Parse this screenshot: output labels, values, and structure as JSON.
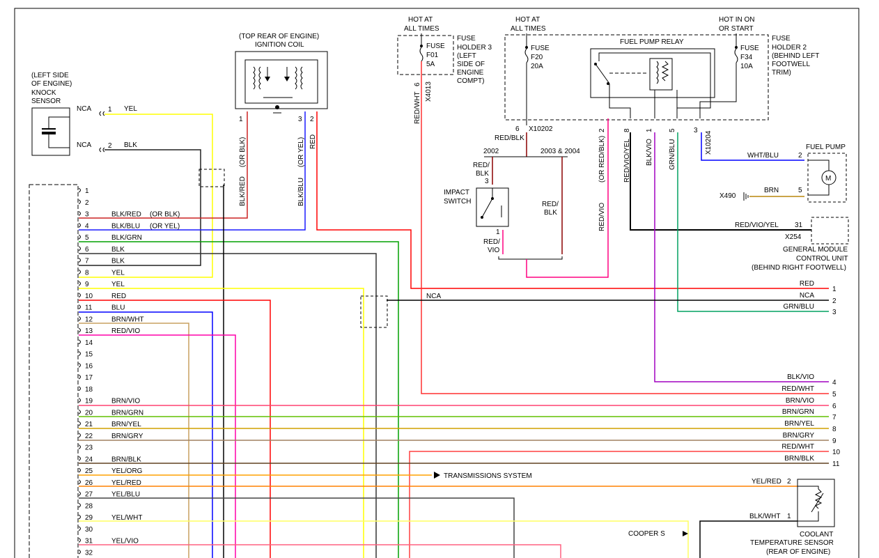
{
  "knock_sensor": {
    "title_lines": [
      "(LEFT SIDE",
      "OF ENGINE)",
      "KNOCK",
      "SENSOR"
    ],
    "pin1": "1",
    "pin2": "2",
    "nca1": "NCA",
    "nca2": "NCA",
    "wire1": "YEL",
    "wire2": "BLK"
  },
  "ignition_coil": {
    "title_lines": [
      "(TOP REAR OF ENGINE)",
      "IGNITION COIL"
    ],
    "pins": [
      "1",
      "3",
      "2"
    ],
    "wire_labels": [
      "BLK/RED",
      "(OR BLK)",
      "BLK/BLU",
      "(OR YEL)",
      "RED"
    ]
  },
  "fuse_f01": {
    "hot": [
      "HOT AT",
      "ALL TIMES"
    ],
    "lines": [
      "FUSE",
      "F01",
      "5A"
    ],
    "holder": [
      "FUSE",
      "HOLDER 3",
      "(LEFT",
      "SIDE OF",
      "ENGINE",
      "COMPT)"
    ],
    "pin": "6",
    "connector": "X4013",
    "wire": "RED/WHT"
  },
  "fuse_f20": {
    "hot": [
      "HOT AT",
      "ALL TIMES"
    ],
    "lines": [
      "FUSE",
      "F20",
      "20A"
    ],
    "pin": "6",
    "connector": "X10202",
    "wire": "RED/BLK"
  },
  "fuse_f34": {
    "hot": [
      "HOT IN ON",
      "OR START"
    ],
    "lines": [
      "FUSE",
      "F34",
      "10A"
    ],
    "holder": [
      "FUSE",
      "HOLDER 2",
      "(BEHIND LEFT",
      "FOOTWELL",
      "TRIM)"
    ]
  },
  "relay": {
    "title": "FUEL PUMP RELAY",
    "pins": [
      "2",
      "8",
      "1",
      "5",
      "3"
    ],
    "connector": "X10204",
    "wires": [
      "RED/BLK",
      "(OR RED/BLK)",
      "RED/VIO/YEL",
      "BLK/VIO",
      "GRN/BLU",
      "RED/VIO",
      "WHT/BLU"
    ]
  },
  "impact_switch": {
    "year_left": "2002",
    "year_right": "2003 & 2004",
    "label_lines": [
      "IMPACT",
      "SWITCH"
    ],
    "pin3": "3",
    "pin1": "1",
    "wire_top": [
      "RED/",
      "BLK"
    ],
    "wire_right": [
      "RED/",
      "BLK"
    ],
    "wire_bottom": [
      "RED/",
      "VIO"
    ]
  },
  "fuel_pump": {
    "title": "FUEL PUMP",
    "pin2": "2",
    "pin5": "5",
    "wire_pos": "WHT/BLU",
    "wire_gnd": "BRN",
    "ground": "X490",
    "motor": "M"
  },
  "gm_control": {
    "wire": "RED/VIO/YEL",
    "pin": "31",
    "connector": "X254",
    "title_lines": [
      "GENERAL MODULE",
      "CONTROL UNIT",
      "(BEHIND RIGHT FOOTWELL)"
    ]
  },
  "ecm_pins": [
    {
      "n": "1",
      "label": ""
    },
    {
      "n": "2",
      "label": ""
    },
    {
      "n": "3",
      "label": "BLK/RED",
      "alt": "(OR BLK)"
    },
    {
      "n": "4",
      "label": "BLK/BLU",
      "alt": "(OR YEL)"
    },
    {
      "n": "5",
      "label": "BLK/GRN"
    },
    {
      "n": "6",
      "label": "BLK"
    },
    {
      "n": "7",
      "label": "BLK"
    },
    {
      "n": "8",
      "label": "YEL"
    },
    {
      "n": "9",
      "label": "YEL"
    },
    {
      "n": "10",
      "label": "RED"
    },
    {
      "n": "11",
      "label": "BLU"
    },
    {
      "n": "12",
      "label": "BRN/WHT"
    },
    {
      "n": "13",
      "label": "RED/VIO"
    },
    {
      "n": "14",
      "label": ""
    },
    {
      "n": "15",
      "label": ""
    },
    {
      "n": "16",
      "label": ""
    },
    {
      "n": "17",
      "label": ""
    },
    {
      "n": "18",
      "label": ""
    },
    {
      "n": "19",
      "label": "BRN/VIO"
    },
    {
      "n": "20",
      "label": "BRN/GRN"
    },
    {
      "n": "21",
      "label": "BRN/YEL"
    },
    {
      "n": "22",
      "label": "BRN/GRY"
    },
    {
      "n": "23",
      "label": ""
    },
    {
      "n": "24",
      "label": "BRN/BLK"
    },
    {
      "n": "25",
      "label": "YEL/ORG"
    },
    {
      "n": "26",
      "label": "YEL/RED"
    },
    {
      "n": "27",
      "label": "YEL/BLU"
    },
    {
      "n": "28",
      "label": ""
    },
    {
      "n": "29",
      "label": "YEL/WHT"
    },
    {
      "n": "30",
      "label": ""
    },
    {
      "n": "31",
      "label": "YEL/VIO"
    },
    {
      "n": "32",
      "label": ""
    }
  ],
  "right_wires": [
    {
      "n": "1",
      "label": "RED"
    },
    {
      "n": "2",
      "label": "NCA"
    },
    {
      "n": "3",
      "label": "GRN/BLU"
    },
    {
      "n": "4",
      "label": "BLK/VIO"
    },
    {
      "n": "5",
      "label": "RED/WHT"
    },
    {
      "n": "6",
      "label": "BRN/VIO"
    },
    {
      "n": "7",
      "label": "BRN/GRN"
    },
    {
      "n": "8",
      "label": "BRN/YEL"
    },
    {
      "n": "9",
      "label": "BRN/GRY"
    },
    {
      "n": "10",
      "label": "RED/WHT"
    },
    {
      "n": "11",
      "label": "BRN/BLK"
    }
  ],
  "splice_nca": "NCA",
  "transmission": "TRANSMISSIONS SYSTEM",
  "cooper_s": "COOPER S",
  "coolant": {
    "wire1": "YEL/RED",
    "pin2": "2",
    "wire2": "BLK/WHT",
    "pin1": "1",
    "title_lines": [
      "COOLANT",
      "TEMPERATURE SENSOR",
      "(REAR OF ENGINE)"
    ]
  },
  "colors": {
    "yel": "#ffff00",
    "blk": "#000000",
    "red": "#ff0000",
    "blu": "#0000ff",
    "grn": "#00a000",
    "vio": "#ff00ff",
    "brn": "#b8860b",
    "grnblu": "#00a060",
    "redwht": "#ff4040",
    "blkvio": "#a000c0",
    "wire_gray": "#555555"
  }
}
